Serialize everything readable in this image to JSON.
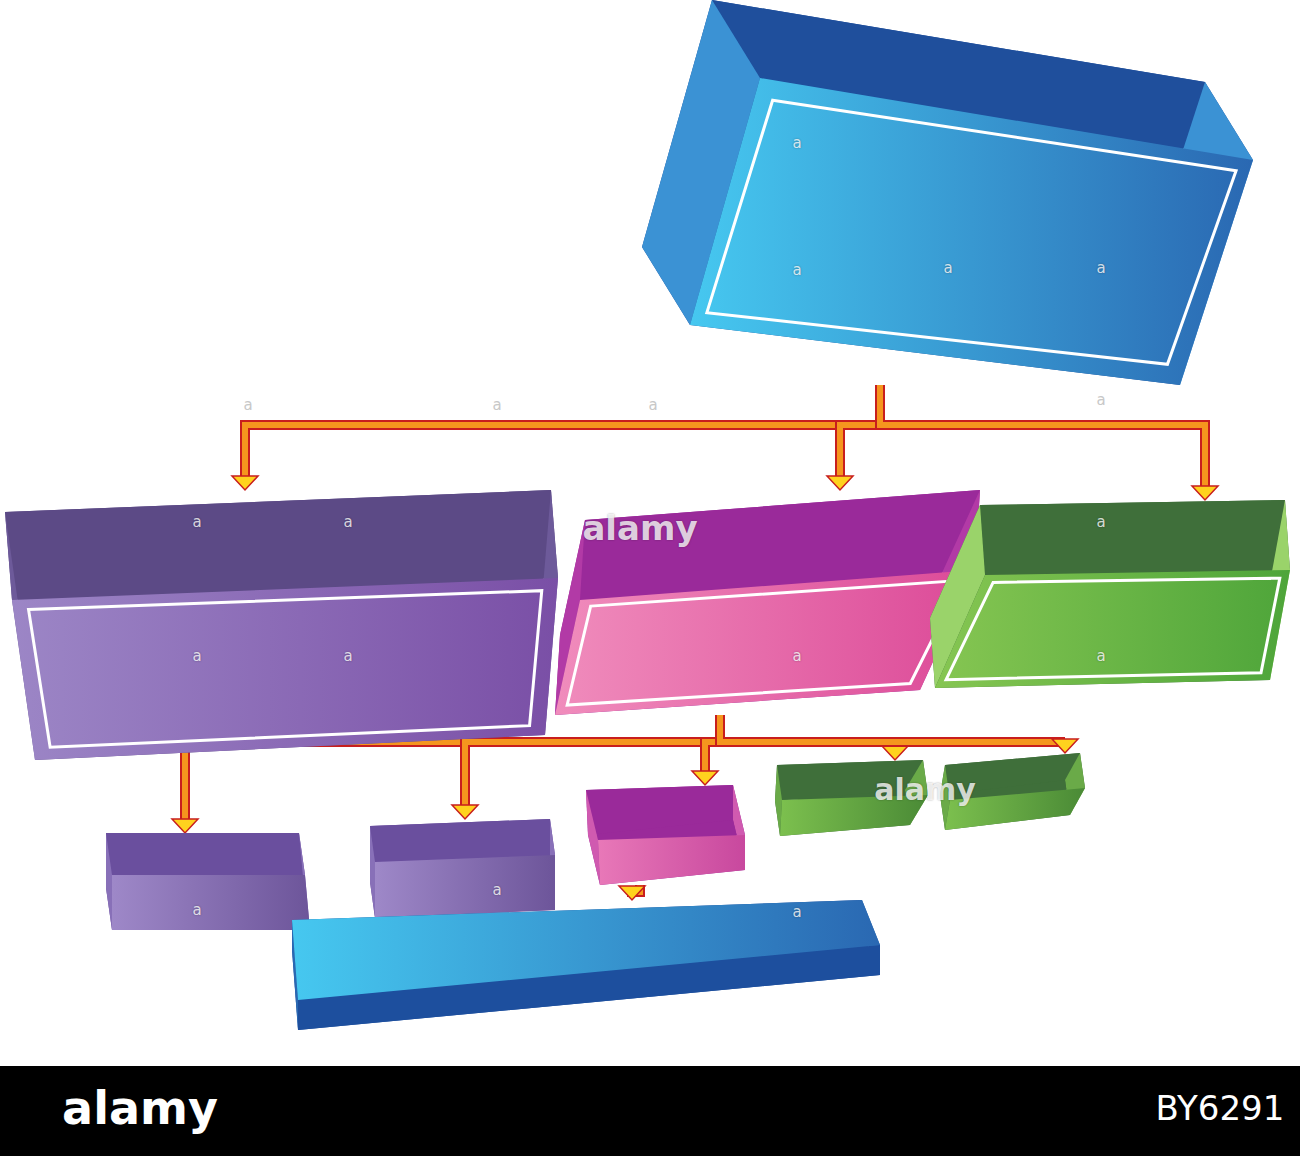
{
  "diagram": {
    "nodes": [
      {
        "text": []
      },
      {
        "text": []
      },
      {
        "text": []
      },
      {
        "text": []
      },
      {
        "text": []
      },
      {
        "text": []
      },
      {
        "text": []
      },
      {
        "text": []
      },
      {
        "text": []
      },
      {
        "text": []
      }
    ],
    "edges": [
      {
        "from": 0,
        "to": 1,
        "arrow": "to"
      },
      {
        "from": 0,
        "to": 2,
        "arrow": "to"
      },
      {
        "from": 0,
        "to": 3,
        "arrow": "to"
      },
      {
        "from": 2,
        "to": 4,
        "arrow": "to"
      },
      {
        "from": 2,
        "to": 5,
        "arrow": "to"
      },
      {
        "from": 2,
        "to": 6,
        "arrow": "to"
      },
      {
        "from": 2,
        "to": 7,
        "arrow": "to"
      },
      {
        "from": 2,
        "to": 8,
        "arrow": "to"
      },
      {
        "from": 6,
        "to": 9,
        "arrow": "to"
      }
    ],
    "labels": [
      "alamy",
      "alamy",
      "a",
      "a",
      "a",
      "a",
      "a",
      "a",
      "a",
      "a",
      "a",
      "a",
      "a",
      "a",
      "a",
      "a",
      "a",
      "a",
      "a",
      "a",
      "alamy",
      "BY6291"
    ]
  }
}
